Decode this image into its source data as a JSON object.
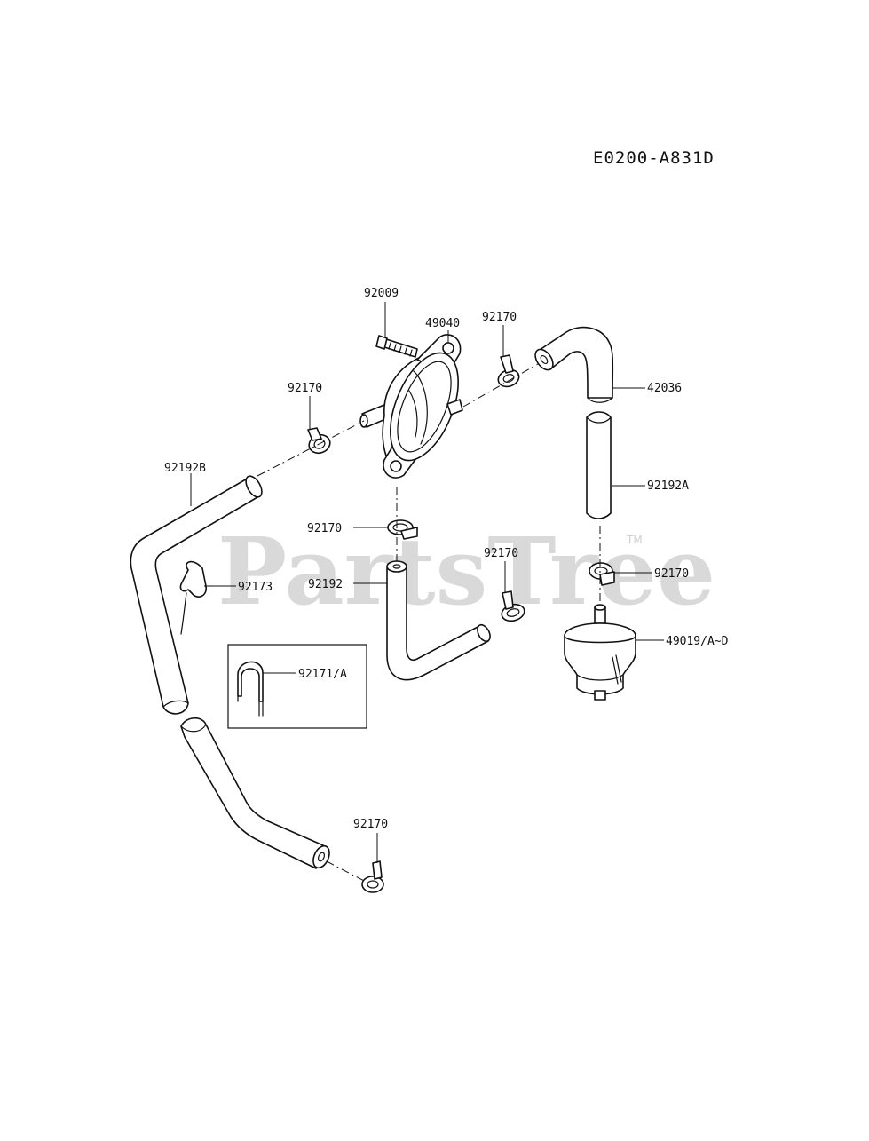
{
  "diagram_code": "E0200-A831D",
  "watermark": {
    "text": "PartsTree",
    "trademark": "TM"
  },
  "callouts": [
    {
      "id": "c-92009",
      "text": "92009"
    },
    {
      "id": "c-49040",
      "text": "49040"
    },
    {
      "id": "c-92170-top",
      "text": "92170"
    },
    {
      "id": "c-42036",
      "text": "42036"
    },
    {
      "id": "c-92170-left",
      "text": "92170"
    },
    {
      "id": "c-92192b",
      "text": "92192B"
    },
    {
      "id": "c-92192a",
      "text": "92192A"
    },
    {
      "id": "c-92170-mid",
      "text": "92170"
    },
    {
      "id": "c-92170-right",
      "text": "92170"
    },
    {
      "id": "c-92170-center",
      "text": "92170"
    },
    {
      "id": "c-92173",
      "text": "92173"
    },
    {
      "id": "c-92192",
      "text": "92192"
    },
    {
      "id": "c-49019",
      "text": "49019/A~D"
    },
    {
      "id": "c-92171",
      "text": "92171/A"
    },
    {
      "id": "c-92170-bottom",
      "text": "92170"
    }
  ]
}
